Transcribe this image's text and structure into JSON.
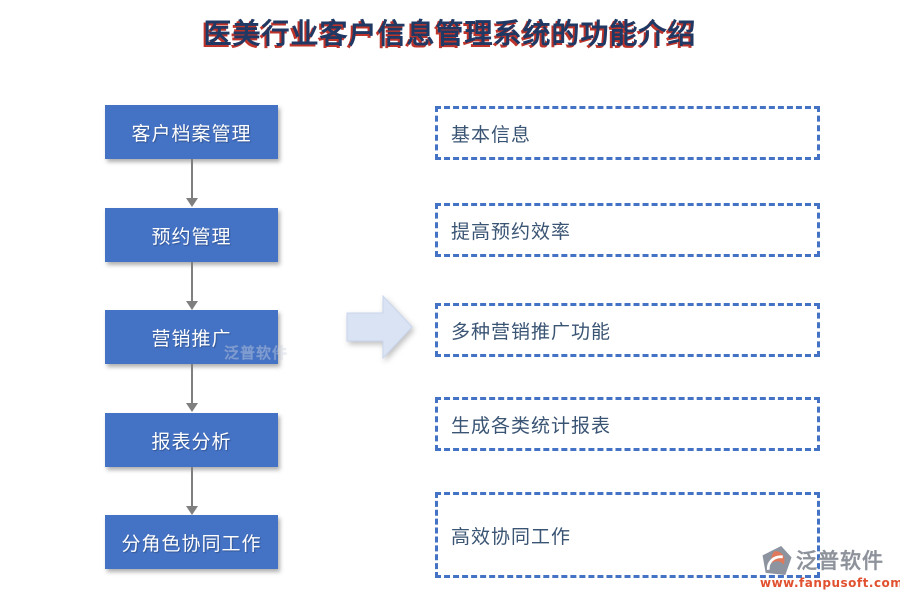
{
  "title": {
    "text": "医美行业客户信息管理系统的功能介绍"
  },
  "flow": {
    "left_boxes": [
      {
        "label": "客户档案管理"
      },
      {
        "label": "预约管理"
      },
      {
        "label": "营销推广"
      },
      {
        "label": "报表分析"
      },
      {
        "label": "分角色协同工作"
      }
    ],
    "right_boxes": [
      {
        "label": "基本信息"
      },
      {
        "label": "提高预约效率"
      },
      {
        "label": "多种营销推广功能"
      },
      {
        "label": "生成各类统计报表"
      },
      {
        "label": "高效协同工作"
      }
    ]
  },
  "watermark": {
    "text": "泛普软件"
  },
  "logo": {
    "brand": "泛普软件",
    "url": "www.fanpusoft.com"
  },
  "icons": {
    "big_arrow": "right-block-arrow",
    "connector": "down-arrow",
    "logo_mark": "fanpu-swirl-badge"
  },
  "colors": {
    "box_fill": "#4472C4",
    "box_text": "#FFFFFF",
    "dashed_border": "#4472C4",
    "dashed_text": "#3A5474",
    "title_fill": "#1F3864",
    "title_shadow": "#BF342A",
    "big_arrow_fill": "#DAE3F3",
    "connector_gray": "#7F7F7F",
    "logo_gray": "#8D929B",
    "logo_orange": "#E1512F"
  }
}
